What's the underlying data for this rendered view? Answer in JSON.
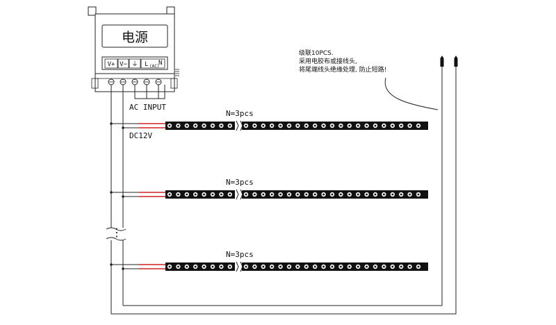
{
  "power_supply": {
    "display_label": "电源",
    "terminals": [
      "V+",
      "V−",
      "⏚",
      "L",
      "N"
    ],
    "ac_sub_label": "(AC)"
  },
  "labels": {
    "ac_input": "AC  INPUT",
    "dc_voltage": "DC12V",
    "strip_count": "N=3pcs"
  },
  "note": {
    "line1": "级联10PCS.",
    "line2": "采用电胶布或接线头,",
    "line3": "将尾端线头绝缘处理, 防止短路!"
  },
  "ellipsis": "⋮",
  "colors": {
    "line": "#222222",
    "red_wire": "#d22020",
    "strip_body": "#111111",
    "led": "#f2f2f2"
  }
}
